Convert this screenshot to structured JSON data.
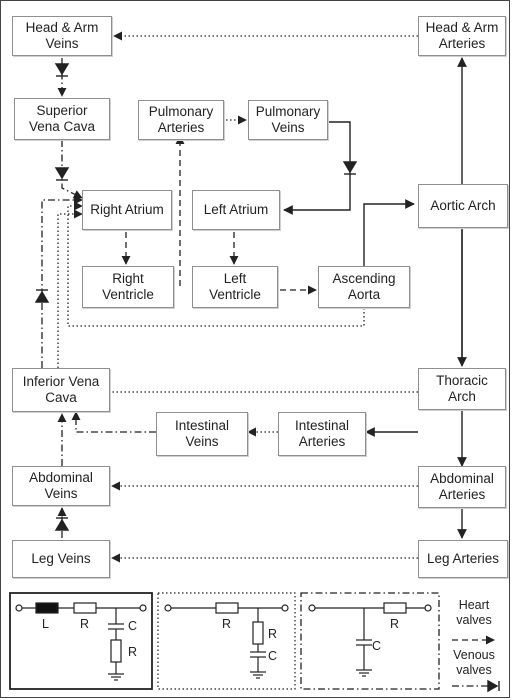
{
  "nodes": {
    "head_arm_veins": "Head & Arm\nVeins",
    "head_arm_arteries": "Head & Arm\nArteries",
    "superior_vena_cava": "Superior\nVena Cava",
    "pulmonary_arteries": "Pulmonary\nArteries",
    "pulmonary_veins": "Pulmonary\nVeins",
    "right_atrium": "Right Atrium",
    "left_atrium": "Left Atrium",
    "aortic_arch": "Aortic Arch",
    "right_ventricle": "Right\nVentricle",
    "left_ventricle": "Left\nVentricle",
    "ascending_aorta": "Ascending\nAorta",
    "inferior_vena_cava": "Inferior Vena\nCava",
    "thoracic_arch": "Thoracic\nArch",
    "intestinal_veins": "Intestinal\nVeins",
    "intestinal_arteries": "Intestinal\nArteries",
    "abdominal_veins": "Abdominal\nVeins",
    "abdominal_arteries": "Abdominal\nArteries",
    "leg_veins": "Leg Veins",
    "leg_arteries": "Leg Arteries"
  },
  "legend": {
    "circuit1": {
      "inductor": "L",
      "resistor1": "R",
      "capacitor": "C",
      "resistor2": "R"
    },
    "circuit2": {
      "resistor1": "R",
      "resistor2": "R",
      "capacitor": "C"
    },
    "circuit3": {
      "resistor": "R",
      "capacitor": "C"
    },
    "heart_valves": "Heart\nvalves",
    "venous_valves": "Venous\nvalves"
  }
}
